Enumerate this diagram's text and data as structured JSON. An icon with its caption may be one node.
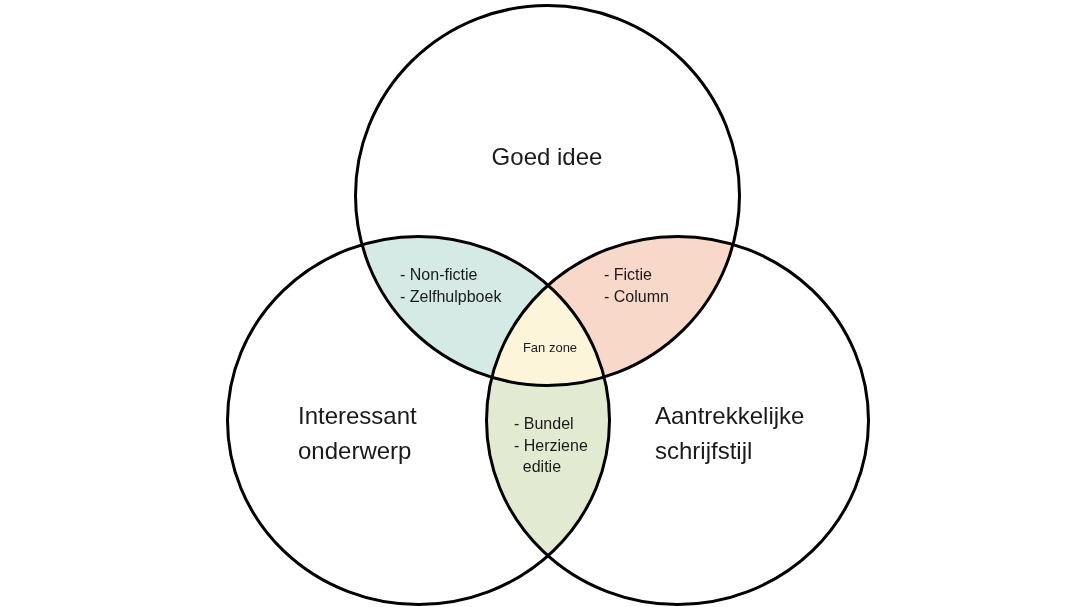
{
  "diagram": {
    "nodes": [
      {
        "text": [
          "Goed idee"
        ]
      },
      {
        "text": [
          "- Non-fictie",
          "- Zelfhulpboek"
        ]
      },
      {
        "text": [
          "- Fictie",
          "- Column"
        ]
      },
      {
        "text": [
          "Fan zone"
        ]
      },
      {
        "text": [
          "Interessant onderwerp"
        ]
      },
      {
        "text": [
          "- Bundel",
          "- Herziene editie"
        ]
      },
      {
        "text": [
          "Aantrekkelijke schrijfstijl"
        ]
      }
    ]
  }
}
